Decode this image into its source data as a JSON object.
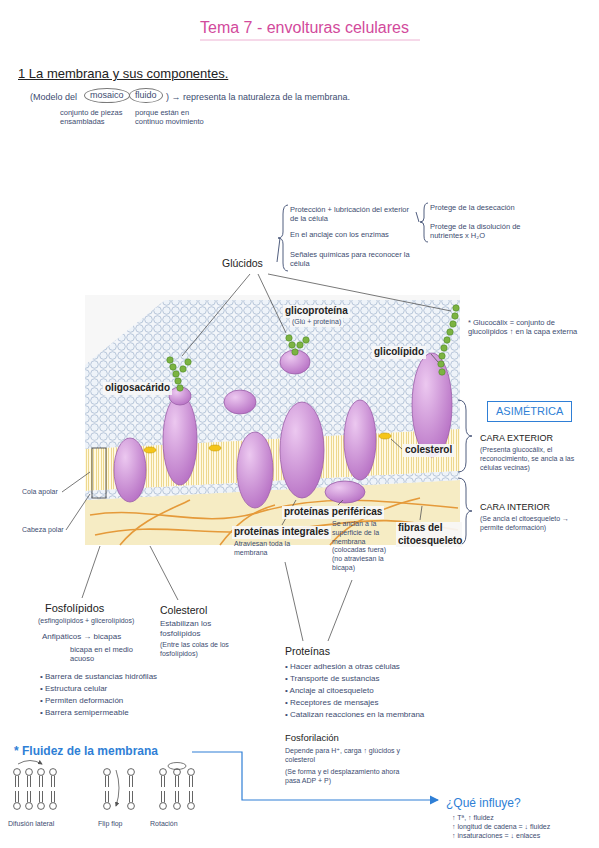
{
  "diagram": {
    "title": "Tema 7 - envolturas celulares",
    "nodes": [
      {
        "text": [
          "mosaico"
        ]
      },
      {
        "text": [
          "fluido"
        ]
      },
      {
        "text": [
          "ASIMÉTRICA"
        ]
      }
    ],
    "labels": [
      "1 La membrana y sus componentes.",
      "(Modelo del",
      ") → representa la naturaleza de la membrana.",
      "conjunto de piezas ensambladas",
      "porque están en continuo movimiento",
      "Glúcidos",
      "Protección + lubricación del exterior de la célula",
      "Protege de la desecación",
      "Protege de la disolución de nutrientes x H₂O",
      "En el anclaje con los enzimas",
      "Señales químicas para reconocer la célula",
      "* Glucocálix = conjunto de glucolípidos ↑ en la capa externa",
      "glicoproteína",
      "(Glú + proteína)",
      "glicolípido",
      "oligosacárido",
      "colesterol",
      "proteínas periféricas",
      "proteínas integrales",
      "fibras del citoesqueleto",
      "CARA EXTERIOR",
      "(Presenta glucocálix, el reconocimiento, se ancla a las células vecinas)",
      "CARA INTERIOR",
      "(Se ancla el citoesqueleto → permite deformación)",
      "Cola apolar",
      "Cabeza polar",
      "Atraviesan toda la membrana",
      "Se anclan a la superficie de la membrana (colocadas fuera) (no atraviesan la bicapa)",
      "Fosfolípidos",
      "(esfingolípidos + glicerolípidos)",
      "Anfipáticos → bicapas",
      "bicapa en el medio acuoso",
      "• Barrera de sustancias hidrófilas",
      "• Estructura celular",
      "• Permiten deformación",
      "• Barrera semipermeable",
      "Colesterol",
      "Estabilizan los fosfolípidos",
      "(Entre las colas de los fosfolípidos)",
      "Proteínas",
      "• Hacer adhesión a otras células",
      "• Transporte de sustancias",
      "• Anclaje al citoesqueleto",
      "• Receptores de mensajes",
      "• Catalizan reacciones en la membrana",
      "Fosforilación",
      "Depende para H⁺, carga ↑ glúcidos y colesterol",
      "(Se forma y el desplazamiento ahora pasa ADP + P)",
      "* Fluidez de la membrana",
      "Difusión lateral",
      "Flip flop",
      "Rotación",
      "¿Qué influye?",
      "↑ Tª, ↑ fluidez",
      "↑ longitud de cadena = ↓ fluidez",
      "↑ insaturaciones = ↓ enlaces"
    ]
  }
}
